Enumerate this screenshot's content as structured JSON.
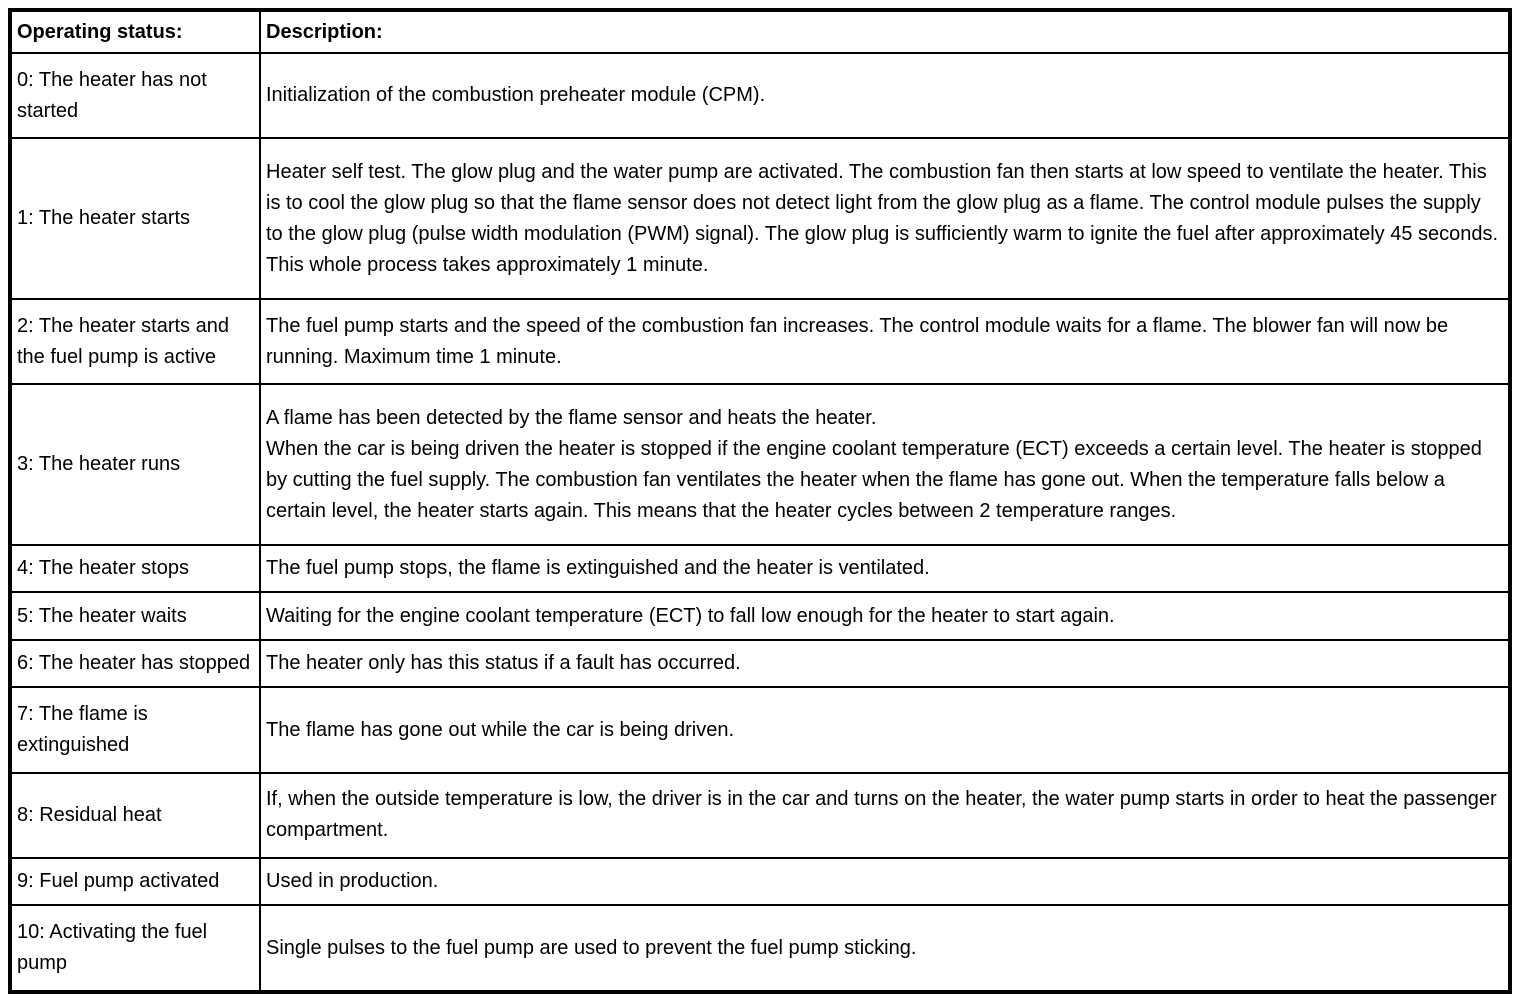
{
  "table": {
    "headers": {
      "status": "Operating status:",
      "description": "Description:"
    },
    "rows": [
      {
        "status": "0: The heater has not started",
        "description": "Initialization of the combustion preheater module (CPM)."
      },
      {
        "status": "1: The heater starts",
        "description": "Heater self test. The glow plug and the water pump are activated. The combustion fan then starts at low speed to ventilate the heater. This is to cool the glow plug so that the flame sensor does not detect light from the glow plug as a flame. The control module pulses the supply to the glow plug (pulse width modulation (PWM) signal). The glow plug is sufficiently warm to ignite the fuel after approximately 45 seconds.\nThis whole process takes approximately 1 minute."
      },
      {
        "status": "2: The heater starts and the fuel pump is active",
        "description": "The fuel pump starts and the speed of the combustion fan increases. The control module waits for a flame. The blower fan will now be running. Maximum time 1 minute."
      },
      {
        "status": "3: The heater runs",
        "description": "A flame has been detected by the flame sensor and heats the heater.\nWhen the car is being driven the heater is stopped if the engine coolant temperature (ECT) exceeds a certain level. The heater is stopped by cutting the fuel supply. The combustion fan ventilates the heater when the flame has gone out. When the temperature falls below a certain level, the heater starts again. This means that the heater cycles between 2 temperature ranges."
      },
      {
        "status": "4: The heater stops",
        "description": "The fuel pump stops, the flame is extinguished and the heater is ventilated."
      },
      {
        "status": "5: The heater waits",
        "description": "Waiting for the engine coolant temperature (ECT) to fall low enough for the heater to start again."
      },
      {
        "status": "6: The heater has stopped",
        "description": "The heater only has this status if a fault has occurred."
      },
      {
        "status": "7: The flame is extinguished",
        "description": "The flame has gone out while the car is being driven."
      },
      {
        "status": "8: Residual heat",
        "description": "If, when the outside temperature is low, the driver is in the car and turns on the heater, the water pump starts in order to heat the passenger compartment."
      },
      {
        "status": "9: Fuel pump activated",
        "description": "Used in production."
      },
      {
        "status": "10: Activating the fuel pump",
        "description": "Single pulses to the fuel pump are used to prevent the fuel pump sticking."
      }
    ]
  }
}
